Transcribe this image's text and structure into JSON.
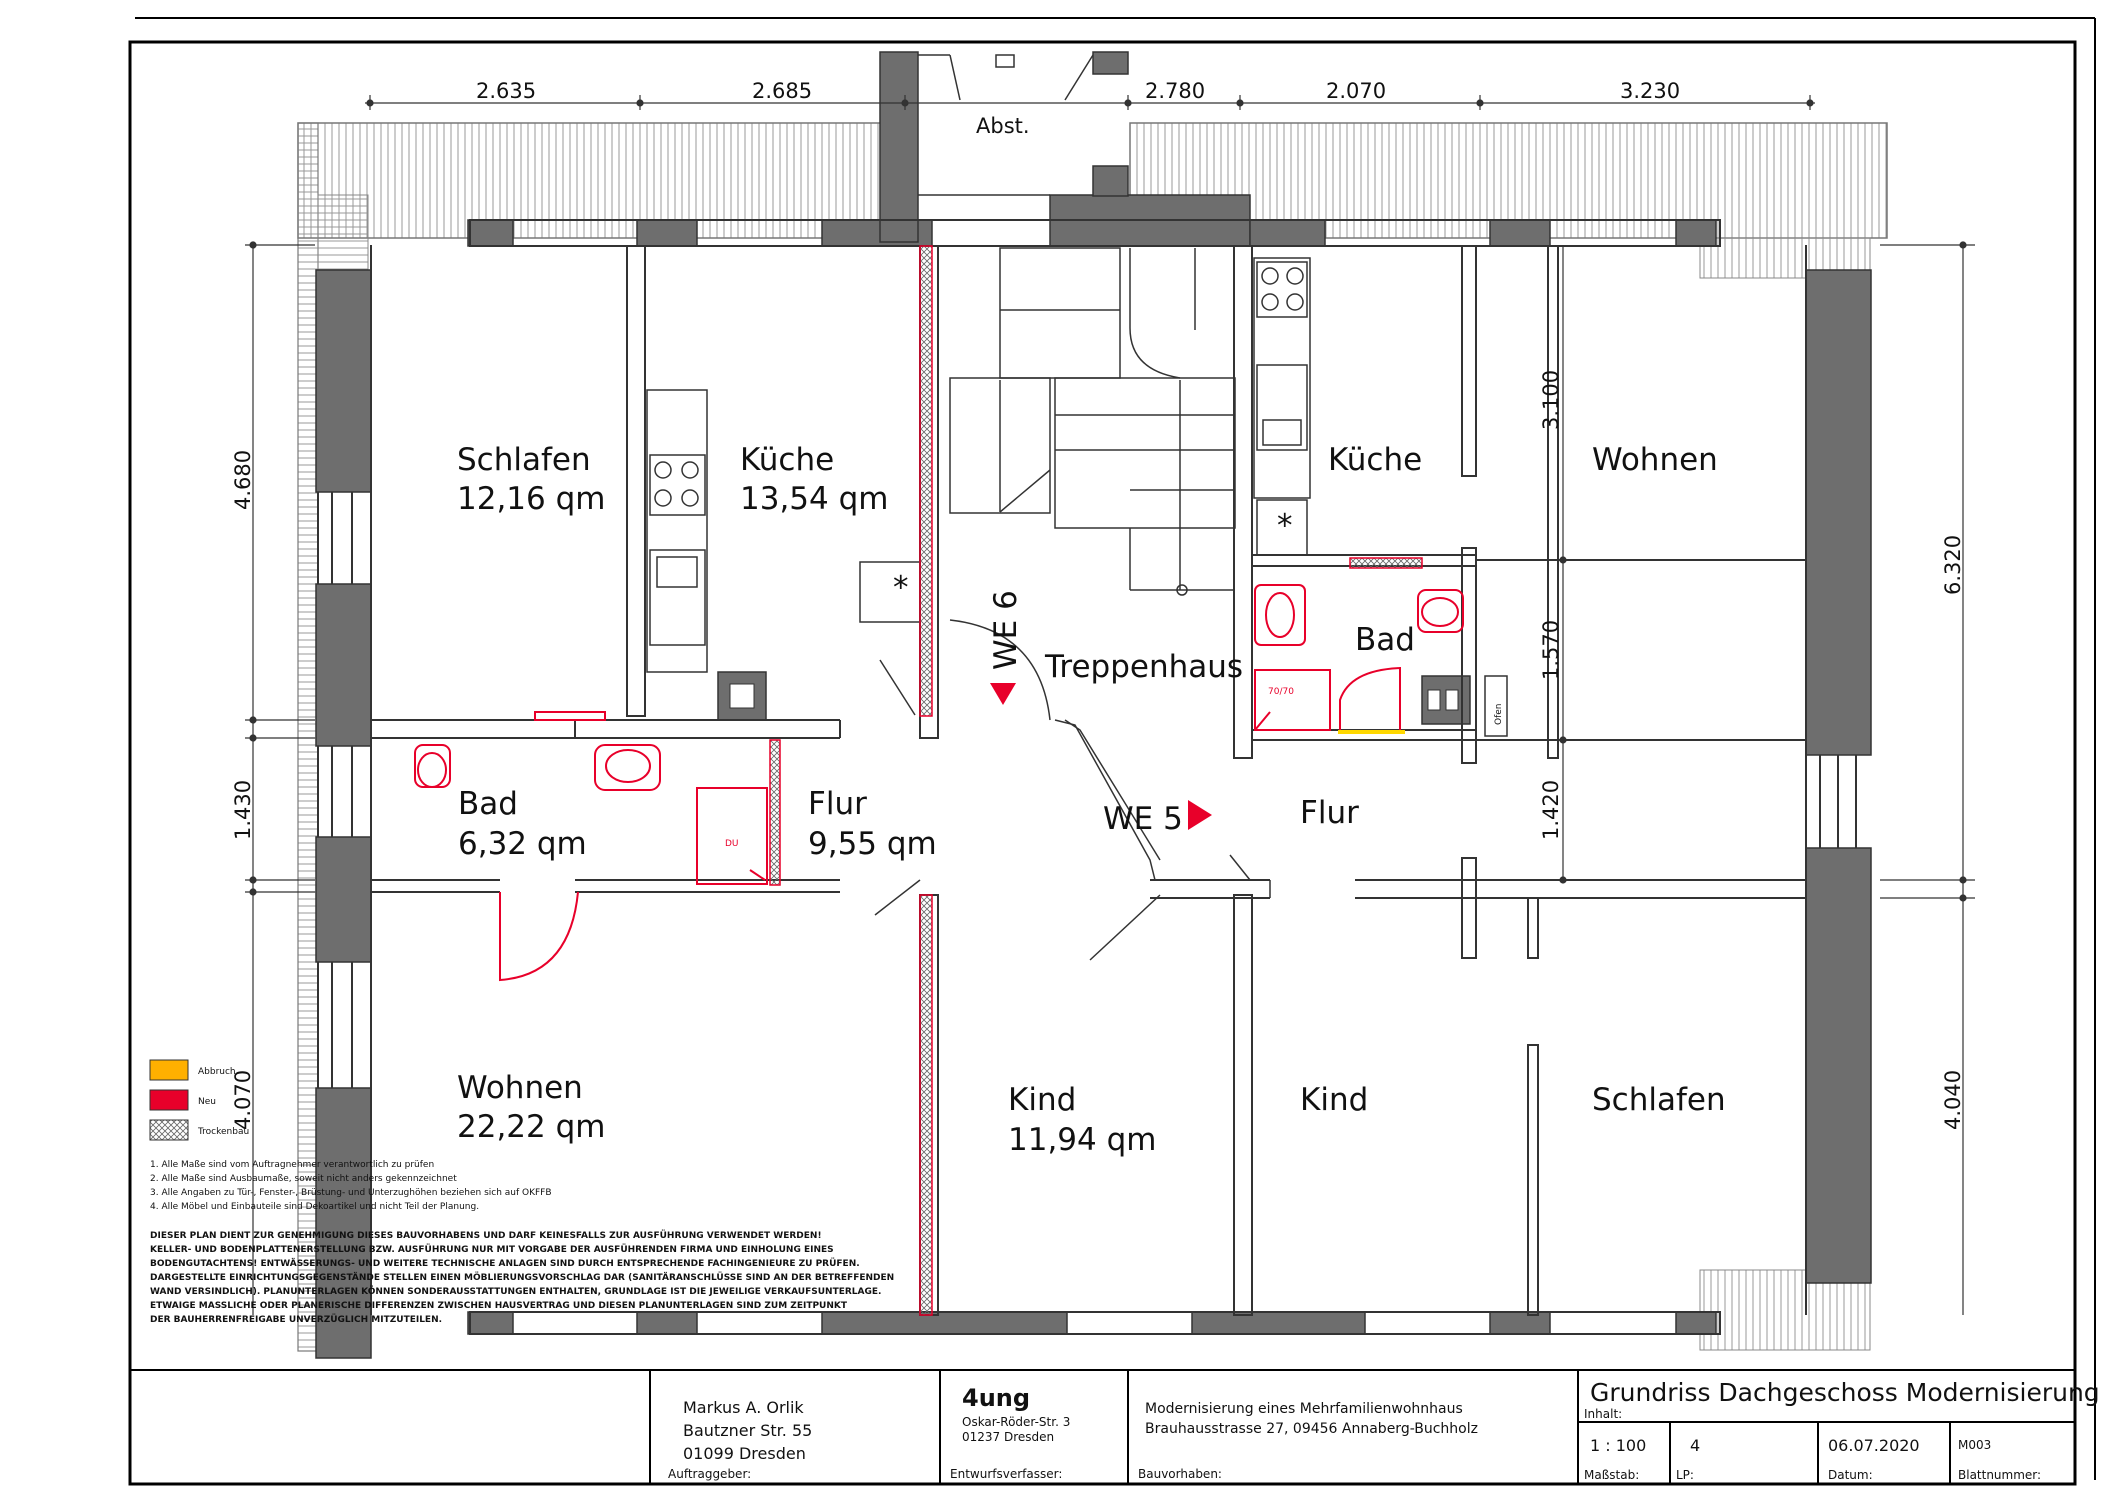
{
  "dimensions": {
    "top": [
      "2.635",
      "2.685",
      "2.780",
      "2.070",
      "3.230"
    ],
    "left": [
      "4.680",
      "1.430",
      "4.070"
    ],
    "right": [
      "6.320",
      "4.040"
    ],
    "inner": [
      "3.100",
      "1.570",
      "1.420"
    ]
  },
  "labels": {
    "abst": "Abst.",
    "we6": "WE 6",
    "we5": "WE 5",
    "treppenhaus": "Treppenhaus",
    "du": "DU",
    "shower_size": "70/70",
    "ofen": "Ofen"
  },
  "rooms": {
    "schlafen_left": {
      "name": "Schlafen",
      "area": "12,16 qm"
    },
    "kueche_left": {
      "name": "Küche",
      "area": "13,54 qm"
    },
    "bad_left": {
      "name": "Bad",
      "area": "6,32 qm"
    },
    "flur_left": {
      "name": "Flur",
      "area": "9,55 qm"
    },
    "wohnen_left": {
      "name": "Wohnen",
      "area": "22,22 qm"
    },
    "kind_left": {
      "name": "Kind",
      "area": "11,94 qm"
    },
    "kueche_right": {
      "name": "Küche"
    },
    "wohnen_right": {
      "name": "Wohnen"
    },
    "bad_right": {
      "name": "Bad"
    },
    "flur_right": {
      "name": "Flur"
    },
    "kind_right": {
      "name": "Kind"
    },
    "schlafen_right": {
      "name": "Schlafen"
    }
  },
  "legend": {
    "items": [
      {
        "label": "Abbruch",
        "color": "#ffb000"
      },
      {
        "label": "Neu",
        "color": "#e8002a"
      },
      {
        "label": "Trockenbau",
        "color": "#cccccc"
      }
    ]
  },
  "notes": [
    "1. Alle Maße sind vom Auftragnehmer verantwortlich zu prüfen",
    "2. Alle Maße sind Ausbaumaße, soweit nicht anders gekennzeichnet",
    "3. Alle Angaben zu Tür-, Fenster-, Brüstung- und Unterzughöhen beziehen sich auf OKFFB",
    "4. Alle Möbel und Einbauteile sind Dekoartikel und nicht Teil der Planung."
  ],
  "disclaimer": [
    "DIESER PLAN DIENT ZUR GENEHMIGUNG DIESES BAUVORHABENS UND DARF KEINESFALLS ZUR AUSFÜHRUNG VERWENDET WERDEN!",
    "KELLER- UND BODENPLATTENERSTELLUNG BZW. AUSFÜHRUNG NUR MIT VORGABE DER AUSFÜHRENDEN FIRMA UND EINHOLUNG EINES",
    "BODENGUTACHTENS! ENTWÄSSERUNGS- UND WEITERE TECHNISCHE ANLAGEN SIND DURCH ENTSPRECHENDE FACHINGENIEURE ZU PRÜFEN.",
    "DARGESTELLTE EINRICHTUNGSGEGENSTÄNDE STELLEN EINEN MÖBLIERUNGSVORSCHLAG DAR (SANITÄRANSCHLÜSSE SIND AN DER BETREFFENDEN",
    "WAND VERSINDLICH). PLANUNTERLAGEN KÖNNEN SONDERAUSSTATTUNGEN ENTHALTEN, GRUNDLAGE IST DIE JEWEILIGE VERKAUFSUNTERLAGE.",
    "ETWAIGE MASSLICHE ODER PLANERISCHE DIFFERENZEN ZWISCHEN HAUSVERTRAG UND DIESEN PLANUNTERLAGEN SIND ZUM ZEITPUNKT",
    "DER BAUHERRENFREIGABE UNVERZÜGLICH MITZUTEILEN."
  ],
  "title_block": {
    "client_name": "Markus A. Orlik",
    "client_street": "Bautzner Str. 55",
    "client_city": "01099 Dresden",
    "client_label": "Auftraggeber:",
    "logo": "4ung",
    "author_street": "Oskar-Röder-Str. 3",
    "author_city": "01237 Dresden",
    "author_label": "Entwurfsverfasser:",
    "project_line1": "Modernisierung eines Mehrfamilienwohnhaus",
    "project_line2": "Brauhausstrasse 27, 09456 Annaberg-Buchholz",
    "project_label": "Bauvorhaben:",
    "content_title": "Grundriss Dachgeschoss  Modernisierung",
    "content_label": "Inhalt:",
    "scale_value": "1 : 100",
    "scale_label": "Maßstab:",
    "lp_value": "4",
    "lp_label": "LP:",
    "date_value": "06.07.2020",
    "date_label": "Datum:",
    "sheet_value": "M003",
    "sheet_label": "Blattnummer:"
  }
}
